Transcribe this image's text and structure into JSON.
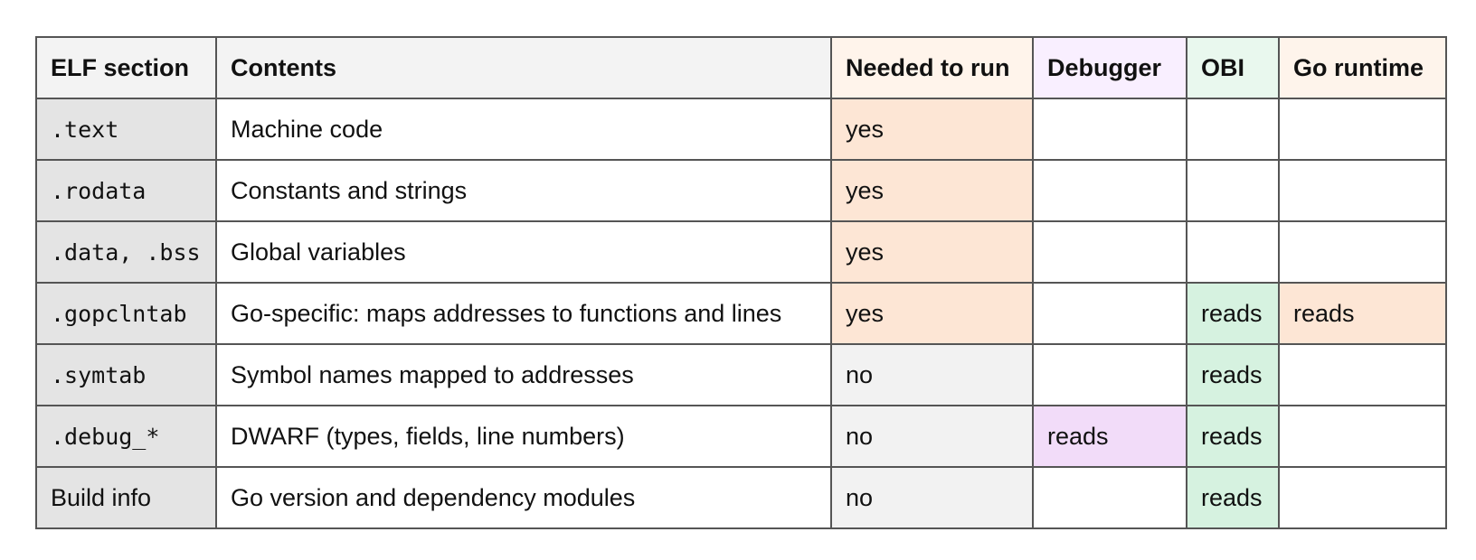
{
  "colors": {
    "header_bg": "#f3f3f3",
    "section_col_bg": "#e4e4e4",
    "needed_header_bg": "#fff4eb",
    "needed_yes_bg": "#fde6d5",
    "needed_no_bg": "#f2f2f2",
    "debugger_header_bg": "#f9efff",
    "debugger_reads_bg": "#f2dcf9",
    "obi_header_bg": "#e9f8ee",
    "obi_reads_bg": "#d6f2e0",
    "goruntime_header_bg": "#fef4eb",
    "goruntime_reads_bg": "#fde6d5",
    "border": "#555555"
  },
  "table": {
    "headers": [
      "ELF section",
      "Contents",
      "Needed to run",
      "Debugger",
      "OBI",
      "Go runtime"
    ],
    "rows": [
      {
        "section": ".text",
        "mono": true,
        "contents": "Machine code",
        "needed": "yes",
        "debugger": "",
        "obi": "",
        "go_runtime": ""
      },
      {
        "section": ".rodata",
        "mono": true,
        "contents": "Constants and strings",
        "needed": "yes",
        "debugger": "",
        "obi": "",
        "go_runtime": ""
      },
      {
        "section": ".data, .bss",
        "mono": true,
        "contents": "Global variables",
        "needed": "yes",
        "debugger": "",
        "obi": "",
        "go_runtime": ""
      },
      {
        "section": ".gopclntab",
        "mono": true,
        "contents": "Go-specific: maps addresses to functions and lines",
        "needed": "yes",
        "debugger": "",
        "obi": "reads",
        "go_runtime": "reads"
      },
      {
        "section": ".symtab",
        "mono": true,
        "contents": "Symbol names mapped to addresses",
        "needed": "no",
        "debugger": "",
        "obi": "reads",
        "go_runtime": ""
      },
      {
        "section": ".debug_*",
        "mono": true,
        "contents": "DWARF (types, fields, line numbers)",
        "needed": "no",
        "debugger": "reads",
        "obi": "reads",
        "go_runtime": ""
      },
      {
        "section": "Build info",
        "mono": false,
        "contents": "Go version and dependency modules",
        "needed": "no",
        "debugger": "",
        "obi": "reads",
        "go_runtime": ""
      }
    ]
  }
}
